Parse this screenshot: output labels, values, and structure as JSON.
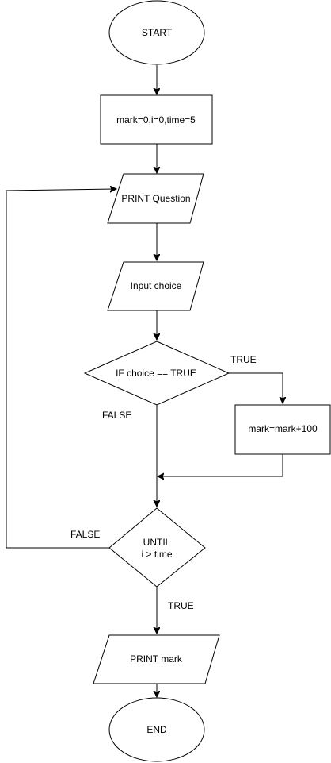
{
  "nodes": {
    "start": "START",
    "init": "mark=0,i=0,time=5",
    "print_question": "PRINT Question",
    "input_choice": "Input choice",
    "if_choice": "IF choice == TRUE",
    "add_mark": "mark=mark+100",
    "until_line1": "UNTIL",
    "until_line2": "i > time",
    "print_mark": "PRINT mark",
    "end": "END"
  },
  "labels": {
    "if_true": "TRUE",
    "if_false": "FALSE",
    "until_false": "FALSE",
    "until_true": "TRUE"
  },
  "colors": {
    "stroke": "#000000",
    "fill": "#ffffff"
  }
}
